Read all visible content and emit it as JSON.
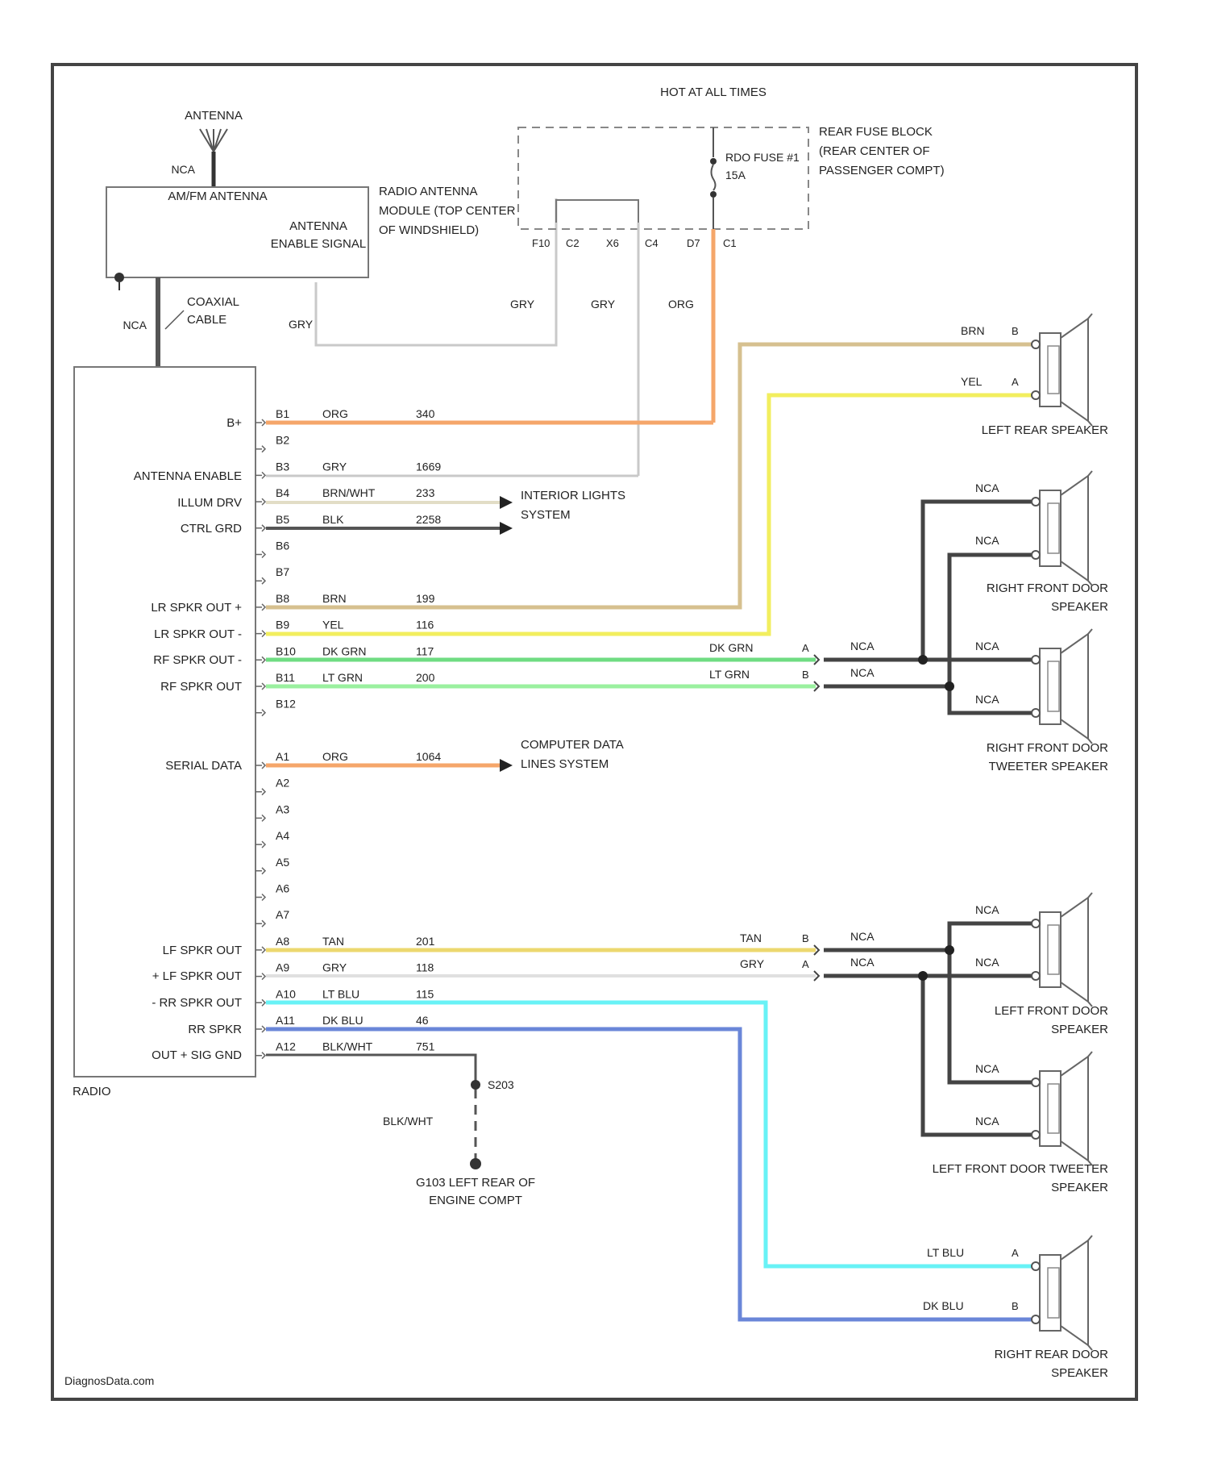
{
  "watermark": "DiagnosData.com",
  "colors": {
    "org": "#f5a66a",
    "gry": "#c9c9c9",
    "brn": "#d6c08f",
    "yel": "#f2ee5e",
    "dkgrn": "#6fdc82",
    "ltgrn": "#9af09f",
    "tan": "#ecd86f",
    "ltblu": "#68f2f6",
    "dkblu": "#6a86d8",
    "brnwht": "#e2ddc6",
    "blk": "#555555",
    "dark": "#333333"
  },
  "antenna": {
    "label": "ANTENNA",
    "nca": "NCA"
  },
  "antenna_module": {
    "title": "AM/FM ANTENNA",
    "enable_label": "ANTENNA ENABLE SIGNAL",
    "name": "RADIO ANTENNA MODULE (TOP CENTER OF WINDSHIELD)",
    "coax_label": "COAXIAL CABLE",
    "nca": "NCA"
  },
  "hot_at_all_times": "HOT AT ALL TIMES",
  "fuse": {
    "name": "RDO FUSE #1 15A"
  },
  "fuse_block": {
    "name": "REAR FUSE BLOCK (REAR CENTER OF PASSENGER COMPT)"
  },
  "fuse_pins": [
    "F10",
    "C2",
    "X6",
    "C4",
    "D7",
    "C1"
  ],
  "wire_colors_top": [
    "GRY",
    "GRY",
    "ORG"
  ],
  "enable_wire": "GRY",
  "radio": {
    "name": "RADIO",
    "labels": [
      "B+",
      "ANTENNA ENABLE",
      "ILLUM DRV",
      "CTRL GRD",
      "LR SPKR OUT +",
      "LR SPKR OUT -",
      "RF SPKR OUT -",
      "RF SPKR OUT",
      "SERIAL DATA",
      "LF SPKR OUT",
      "+ LF SPKR OUT",
      "- RR SPKR OUT",
      "RR SPKR",
      "OUT + SIG GND"
    ]
  },
  "pins": [
    {
      "pin": "B1",
      "color": "ORG",
      "circuit": "340"
    },
    {
      "pin": "B2",
      "color": "",
      "circuit": ""
    },
    {
      "pin": "B3",
      "color": "GRY",
      "circuit": "1669"
    },
    {
      "pin": "B4",
      "color": "BRN/WHT",
      "circuit": "233"
    },
    {
      "pin": "B5",
      "color": "BLK",
      "circuit": "2258"
    },
    {
      "pin": "B6",
      "color": "",
      "circuit": ""
    },
    {
      "pin": "B7",
      "color": "",
      "circuit": ""
    },
    {
      "pin": "B8",
      "color": "BRN",
      "circuit": "199"
    },
    {
      "pin": "B9",
      "color": "YEL",
      "circuit": "116"
    },
    {
      "pin": "B10",
      "color": "DK GRN",
      "circuit": "117"
    },
    {
      "pin": "B11",
      "color": "LT GRN",
      "circuit": "200"
    },
    {
      "pin": "B12",
      "color": "",
      "circuit": ""
    },
    {
      "pin": "A1",
      "color": "ORG",
      "circuit": "1064"
    },
    {
      "pin": "A2",
      "color": "",
      "circuit": ""
    },
    {
      "pin": "A3",
      "color": "",
      "circuit": ""
    },
    {
      "pin": "A4",
      "color": "",
      "circuit": ""
    },
    {
      "pin": "A5",
      "color": "",
      "circuit": ""
    },
    {
      "pin": "A6",
      "color": "",
      "circuit": ""
    },
    {
      "pin": "A7",
      "color": "",
      "circuit": ""
    },
    {
      "pin": "A8",
      "color": "TAN",
      "circuit": "201"
    },
    {
      "pin": "A9",
      "color": "GRY",
      "circuit": "118"
    },
    {
      "pin": "A10",
      "color": "LT BLU",
      "circuit": "115"
    },
    {
      "pin": "A11",
      "color": "DK BLU",
      "circuit": "46"
    },
    {
      "pin": "A12",
      "color": "BLK/WHT",
      "circuit": "751"
    }
  ],
  "interior_lights": "INTERIOR LIGHTS SYSTEM",
  "computer_data": "COMPUTER DATA LINES SYSTEM",
  "splice": "S203",
  "ground_wire": "BLK/WHT",
  "ground": "G103 LEFT REAR OF ENGINE COMPT",
  "speakers": {
    "left_rear": {
      "name": "LEFT REAR SPEAKER",
      "w1": "BRN",
      "p1": "B",
      "w2": "YEL",
      "p2": "A"
    },
    "right_front_door": {
      "name": "RIGHT FRONT DOOR SPEAKER",
      "w1": "NCA",
      "w2": "NCA"
    },
    "right_front_tweeter": {
      "name": "RIGHT FRONT DOOR TWEETER SPEAKER",
      "w1": "NCA",
      "w2": "NCA"
    },
    "left_front_door": {
      "name": "LEFT FRONT DOOR SPEAKER",
      "w1": "NCA",
      "w2": "NCA"
    },
    "left_front_tweeter": {
      "name": "LEFT FRONT DOOR TWEETER SPEAKER",
      "w1": "NCA",
      "w2": "NCA"
    },
    "right_rear_door": {
      "name": "RIGHT REAR DOOR SPEAKER",
      "w1": "LT BLU",
      "p1": "A",
      "w2": "DK BLU",
      "p2": "B"
    }
  },
  "rf_connector": {
    "w1": "DK GRN",
    "p1": "A",
    "w2": "LT GRN",
    "p2": "B",
    "o1": "NCA",
    "o2": "NCA"
  },
  "lf_connector": {
    "w1": "TAN",
    "p1": "B",
    "w2": "GRY",
    "p2": "A",
    "o1": "NCA",
    "o2": "NCA"
  }
}
